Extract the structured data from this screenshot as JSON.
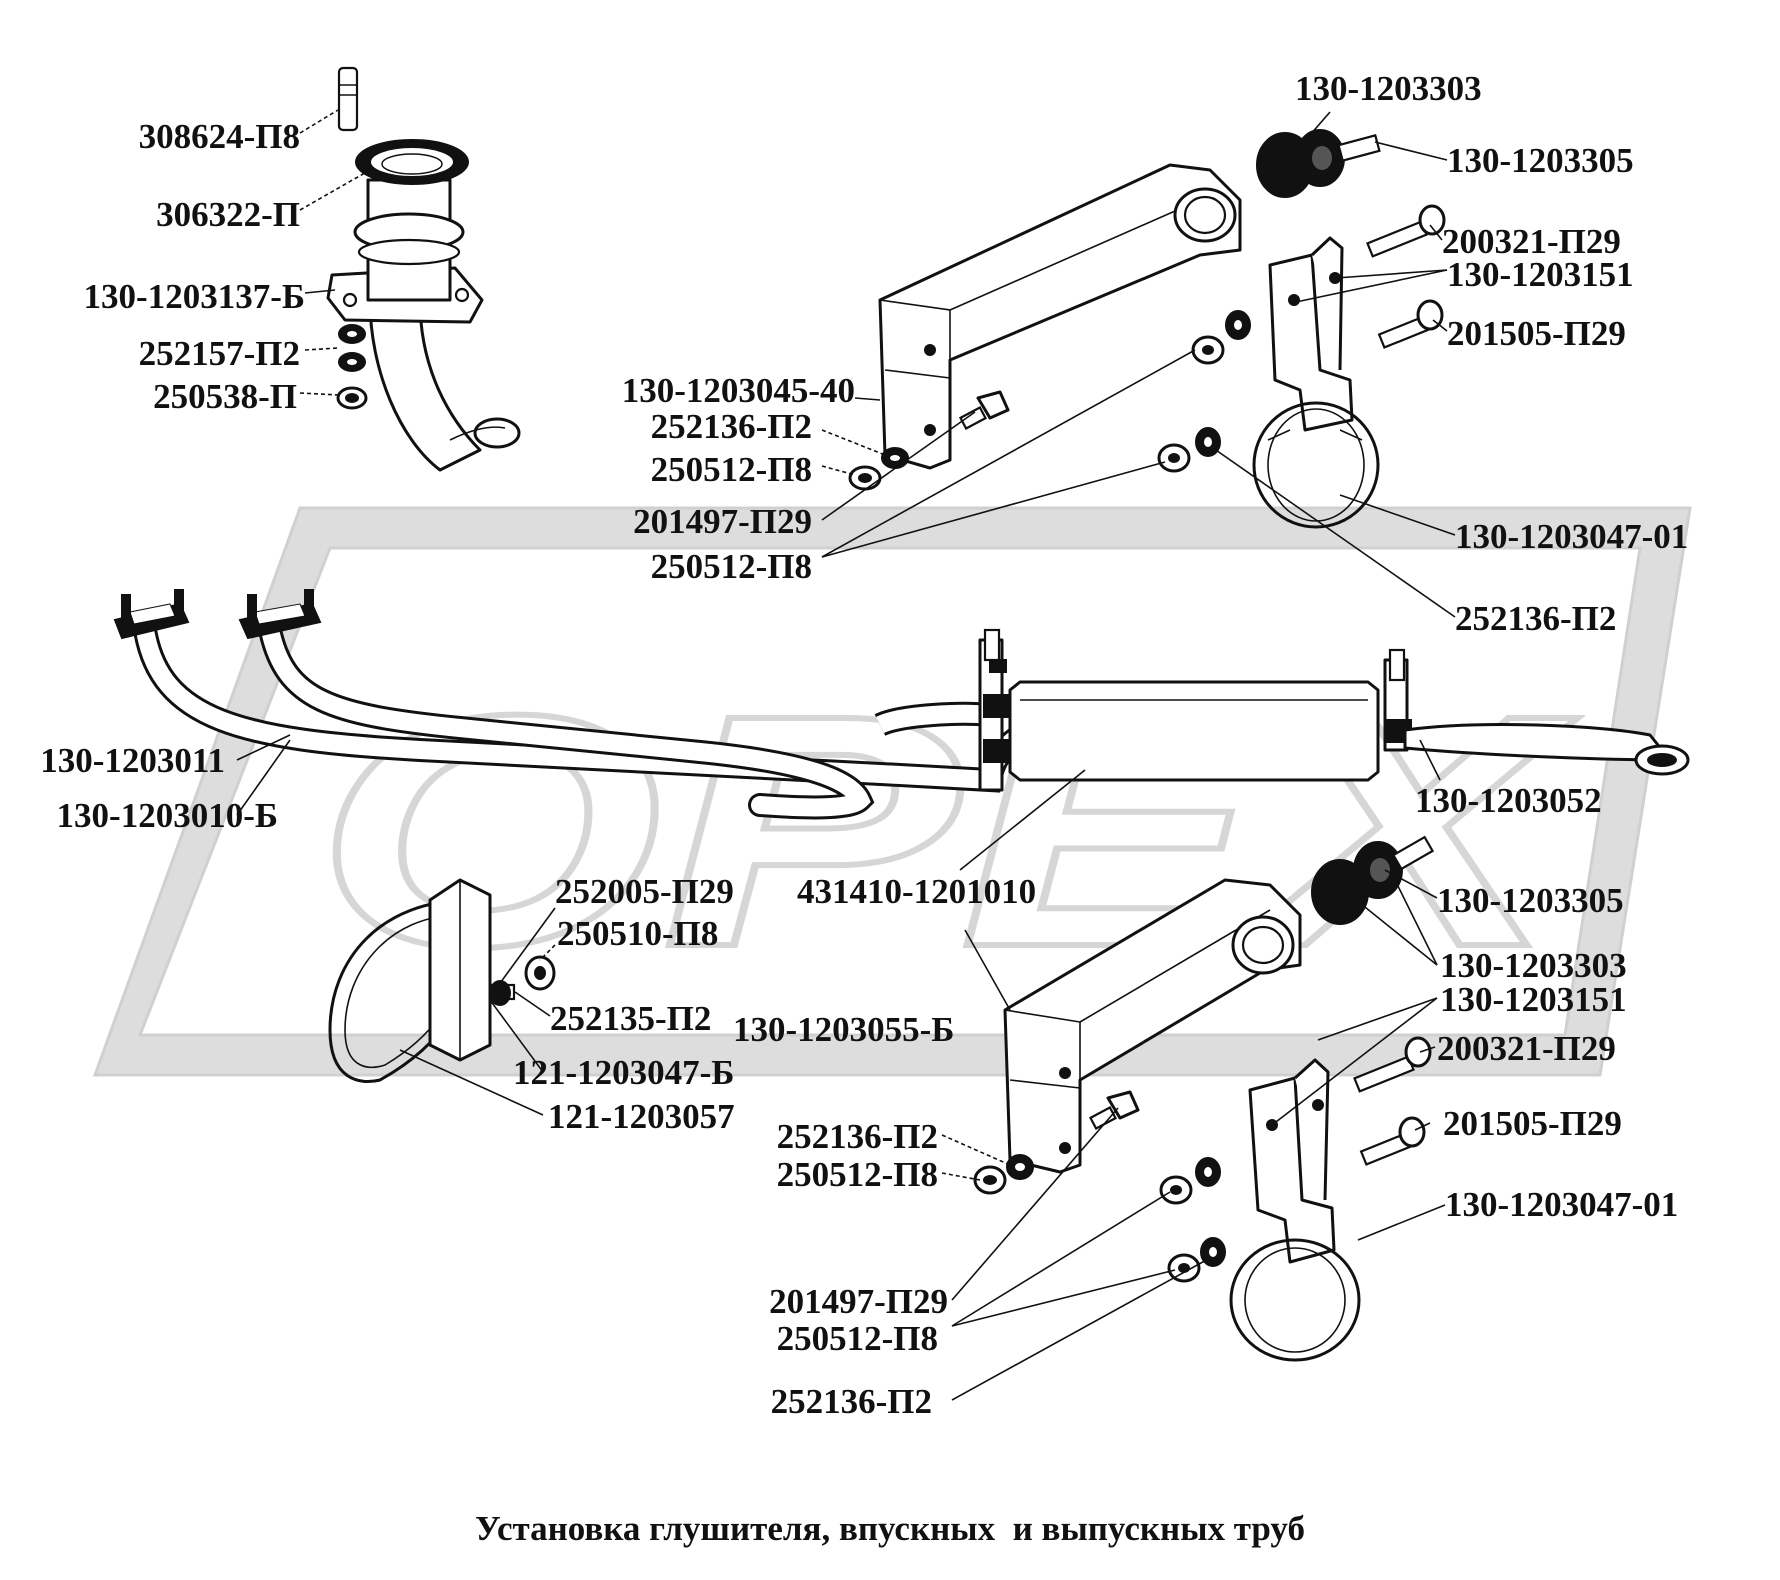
{
  "watermark": {
    "text": "OPEX",
    "color": "#d4d4d4"
  },
  "caption": "Установка глушителя, впускных  и выпускных труб",
  "labels": [
    {
      "id": "308624-p8",
      "text": "308624-П8"
    },
    {
      "id": "306322-p",
      "text": "306322-П"
    },
    {
      "id": "130-1203137-b",
      "text": "130-1203137-Б"
    },
    {
      "id": "252157-p2",
      "text": "252157-П2"
    },
    {
      "id": "250538-p",
      "text": "250538-П"
    },
    {
      "id": "130-1203303-top",
      "text": "130-1203303"
    },
    {
      "id": "130-1203305-top",
      "text": "130-1203305"
    },
    {
      "id": "200321-p29-top",
      "text": "200321-П29"
    },
    {
      "id": "130-1203151-top",
      "text": "130-1203151"
    },
    {
      "id": "201505-p29-top",
      "text": "201505-П29"
    },
    {
      "id": "130-1203045-40",
      "text": "130-1203045-40"
    },
    {
      "id": "252136-p2-a",
      "text": "252136-П2"
    },
    {
      "id": "250512-p8-a",
      "text": "250512-П8"
    },
    {
      "id": "201497-p29-top",
      "text": "201497-П29"
    },
    {
      "id": "250512-p8-b",
      "text": "250512-П8"
    },
    {
      "id": "130-1203047-01-top",
      "text": "130-1203047-01"
    },
    {
      "id": "252136-p2-b",
      "text": "252136-П2"
    },
    {
      "id": "130-1203011",
      "text": "130-1203011"
    },
    {
      "id": "130-1203010-b",
      "text": "130-1203010-Б"
    },
    {
      "id": "130-1203052",
      "text": "130-1203052"
    },
    {
      "id": "431410-1201010",
      "text": "431410-1201010"
    },
    {
      "id": "252005-p29",
      "text": "252005-П29"
    },
    {
      "id": "250510-p8",
      "text": "250510-П8"
    },
    {
      "id": "130-1203305-bottom",
      "text": "130-1203305"
    },
    {
      "id": "130-1203303-bottom",
      "text": "130-1203303"
    },
    {
      "id": "130-1203151-bottom",
      "text": "130-1203151"
    },
    {
      "id": "252135-p2",
      "text": "252135-П2"
    },
    {
      "id": "130-1203055-b",
      "text": "130-1203055-Б"
    },
    {
      "id": "200321-p29-bottom",
      "text": "200321-П29"
    },
    {
      "id": "121-1203047-b",
      "text": "121-1203047-Б"
    },
    {
      "id": "201505-p29-bottom",
      "text": "201505-П29"
    },
    {
      "id": "121-1203057",
      "text": "121-1203057"
    },
    {
      "id": "252136-p2-c",
      "text": "252136-П2"
    },
    {
      "id": "250512-p8-c",
      "text": "250512-П8"
    },
    {
      "id": "130-1203047-01-bottom",
      "text": "130-1203047-01"
    },
    {
      "id": "201497-p29-bottom",
      "text": "201497-П29"
    },
    {
      "id": "250512-p8-d",
      "text": "250512-П8"
    },
    {
      "id": "252136-p2-d",
      "text": "252136-П2"
    }
  ]
}
